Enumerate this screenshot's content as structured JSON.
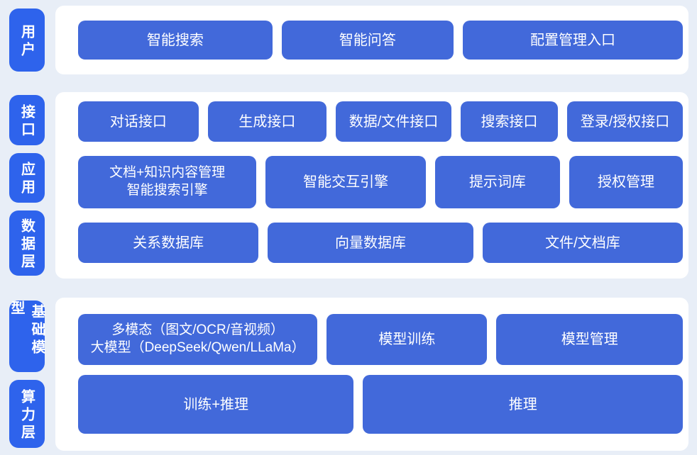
{
  "theme": {
    "page-bg": "#e8eef7",
    "panel-bg": "#ffffff",
    "tab-bg": "#2e63ec",
    "block-bg": "#4269da",
    "text-color": "#ffffff"
  },
  "layers": {
    "user": {
      "tab": "用户",
      "blocks": {
        "smart_search": "智能搜索",
        "smart_qa": "智能问答",
        "config_entry": "配置管理入口"
      }
    },
    "middle": {
      "tabs": {
        "interface": "接口",
        "application": "应用",
        "data": "数据层"
      },
      "row_interface": {
        "dialog_api": "对话接口",
        "generation_api": "生成接口",
        "data_file_api": "数据/文件接口",
        "search_api": "搜索接口",
        "login_auth_api": "登录/授权接口"
      },
      "row_application": {
        "doc_knowledge_line1": "文档+知识内容管理",
        "doc_knowledge_line2": "智能搜索引擎",
        "interaction_engine": "智能交互引擎",
        "prompt_library": "提示词库",
        "auth_management": "授权管理"
      },
      "row_data": {
        "relational_db": "关系数据库",
        "vector_db": "向量数据库",
        "file_doc_store": "文件/文档库"
      }
    },
    "bottom": {
      "tabs": {
        "foundation_model": "基础模型",
        "compute": "算力层"
      },
      "row_model": {
        "multimodal_line1": "多模态（图文/OCR/音视频）",
        "multimodal_line2": "大模型（DeepSeek/Qwen/LLaMa）",
        "model_training": "模型训练",
        "model_management": "模型管理"
      },
      "row_compute": {
        "training_inference": "训练+推理",
        "inference": "推理"
      }
    }
  }
}
